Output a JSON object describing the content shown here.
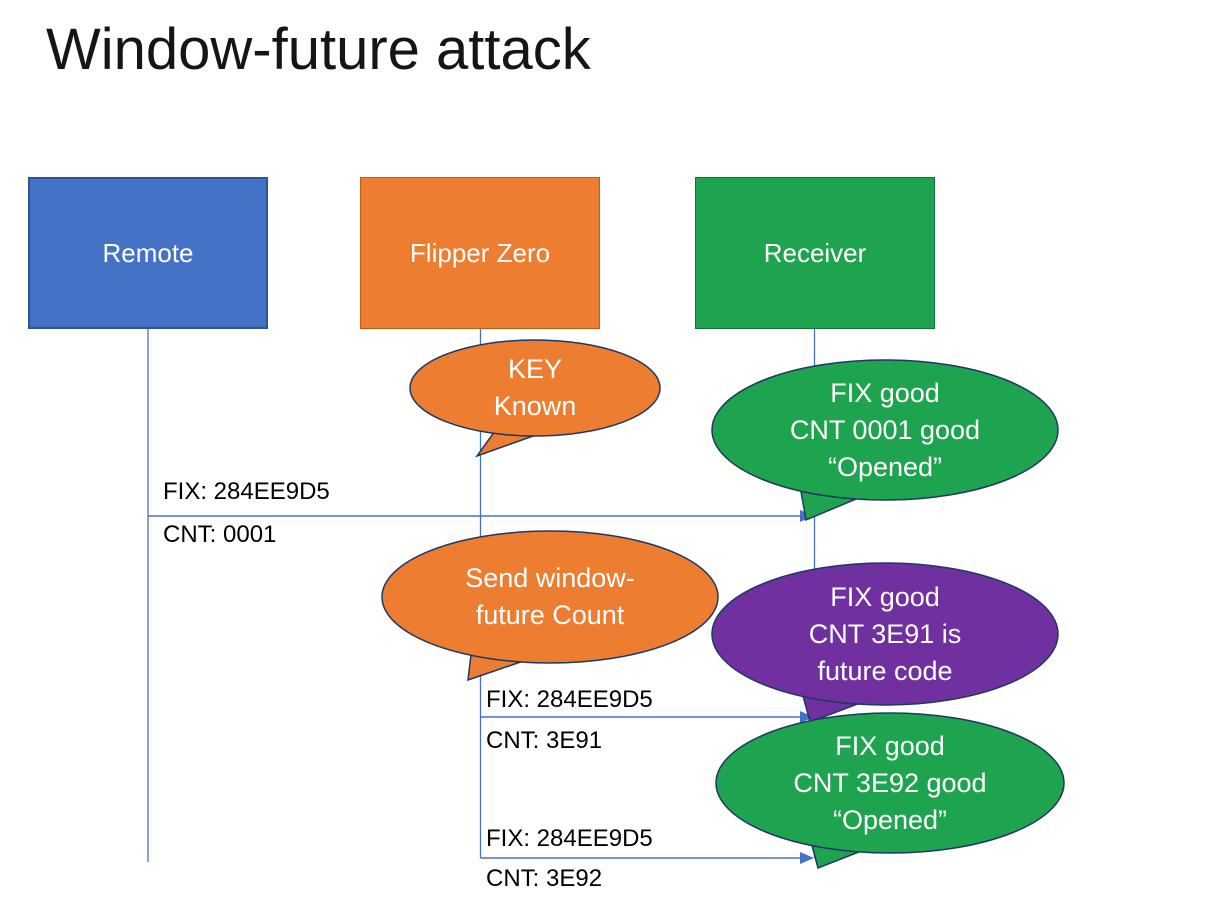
{
  "title": "Window-future attack",
  "colors": {
    "blue": "#4472C4",
    "orange": "#ED7D31",
    "green": "#1EA34F",
    "purple": "#7030A0",
    "outline": "#1F3864",
    "line": "#4472C4"
  },
  "actors": [
    {
      "name": "Remote",
      "color": "#4472C4"
    },
    {
      "name": "Flipper Zero",
      "color": "#ED7D31"
    },
    {
      "name": "Receiver",
      "color": "#1EA34F"
    }
  ],
  "bubbles": [
    {
      "owner": "Flipper Zero",
      "color": "#ED7D31",
      "lines": [
        "KEY",
        "Known"
      ]
    },
    {
      "owner": "Receiver",
      "color": "#1EA34F",
      "lines": [
        "FIX good",
        "CNT 0001 good",
        "“Opened”"
      ]
    },
    {
      "owner": "Flipper Zero",
      "color": "#ED7D31",
      "lines": [
        "Send window-",
        "future Count"
      ]
    },
    {
      "owner": "Receiver",
      "color": "#7030A0",
      "lines": [
        "FIX good",
        "CNT 3E91 is",
        "future code"
      ]
    },
    {
      "owner": "Receiver",
      "color": "#1EA34F",
      "lines": [
        "FIX good",
        "CNT 3E92 good",
        "“Opened”"
      ]
    }
  ],
  "messages": [
    {
      "from": "Remote",
      "to": "Receiver",
      "line1": "FIX: 284EE9D5",
      "line2": "CNT: 0001"
    },
    {
      "from": "Flipper Zero",
      "to": "Receiver",
      "line1": "FIX: 284EE9D5",
      "line2": "CNT: 3E91"
    },
    {
      "from": "Flipper Zero",
      "to": "Receiver",
      "line1": "FIX: 284EE9D5",
      "line2": "CNT: 3E92"
    }
  ]
}
